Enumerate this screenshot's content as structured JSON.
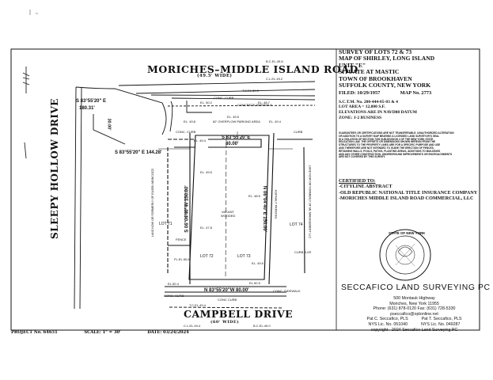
{
  "roads": {
    "north": "MORICHES–MIDDLE ISLAND ROAD",
    "north_width": "(49.5' WIDE)",
    "west": "SLEEPY HOLLOW DRIVE",
    "south": "CAMPBELL DRIVE",
    "south_width": "(60' WIDE)"
  },
  "bearings": {
    "north_lot": "S 83°55'20\"E",
    "north_lot_dist": "80.00'",
    "west_top": "S 83°55'20\" E",
    "west_top_dist": "180.31'",
    "west_mid": "S 83°55'20\" E 144.28'",
    "west_mid_dist": "30.00'",
    "east_side": "N 06°04'40\"E 150.00'",
    "west_side": "S 06°04'40\"W 150.00'",
    "south_lot": "N 83°55'20\"W 80.00'"
  },
  "map_labels": {
    "overflow_parking": "82' OVERFLOW PARKING AREA",
    "asphalt_parking_w": "ASPHALT PARKING",
    "asphalt_parking_e": "ASPHALT PARKING",
    "vacant": "VACANT",
    "wooded": "WOODED",
    "lot71": "LOT 71",
    "lot72": "LOT 72",
    "lot73": "LOT 73",
    "lot74": "LOT 74",
    "conc_sidewalk_n": "CONCRETE SIDEWALK",
    "conc_curb_n": "CONC. CURB",
    "conc_sidewalk_s": "CONC. SIDEWALK",
    "conc_curb_s": "CONC. CURB",
    "curb_s": "CONC CURB",
    "curb_w": "CONC. CURB",
    "curb_e": "CURB",
    "curb_e2": "CURB 3.4'E",
    "now_or_formerly": "LAND NOW OR FORMERLY OF ML MANAGEMENT LLC",
    "now_or_formerly_w": "LAND NOW OR FORMERLY OF EILEEN MONCOZZI",
    "el_tc": "T.C.EL.50.3",
    "el_bc": "B.C.EL.49.8",
    "el_cl": "C.L.EL.49.2",
    "el_99": "EL. 49.5",
    "el_a": "EL. 50.2",
    "el_b": "EL. 48.7",
    "el_c": "EL. 49.5",
    "el_d": "EL. 48.5",
    "el_e": "EL. 47.8",
    "el_f": "EL. 49.8",
    "el_g": "EL. 49.4",
    "el_h": "EL. 49.5",
    "el_lot": "EL. 49.4",
    "el_south": "EL.50.4",
    "el_sw": "EL.50.5",
    "fence": "FENCE",
    "fl_el": "FL.EL.50.6",
    "tc_south": "T.C.EL.49.4",
    "bc_south": "B.C.EL.49.0",
    "cl_south": "C.L.EL.49.4"
  },
  "title_block": [
    "SURVEY OF LOTS 72 & 73",
    "MAP OF SHIRLEY, LONG ISLAND",
    "UNIT \"E\"",
    "SITUATE AT MASTIC",
    "TOWN OF BROOKHAVEN",
    "SUFFOLK COUNTY, NEW YORK"
  ],
  "filed": "FILED: 10/29/1957",
  "map_no": "MAP No. 2773",
  "sct": [
    "S.C.T.M. No. 200-444-05-03 & 4",
    "LOT AREA = 12,000 S.F.",
    "ELEVATIONS ARE IN NAVD88 DATUM",
    "ZONE: J-2 BUSINESS"
  ],
  "notes": [
    "GUARANTEES OR CERTIFICATIONS ARE NOT TRANSFERABLE. UNAUTHORIZED ALTERATION",
    "OR ADDITION TO A SURVEY MAP BEARING A LICENSED LAND SURVEYOR'S SEAL",
    "IS A VIOLATION OF SECTION 7209 SUB-DIVISION 2 OF THE NEW YORK STATE",
    "EDUCATION LAW. THE OFFSETS OR DIMENSIONS SHOWN HEREON FROM THE",
    "STRUCTURES TO THE PROPERTY LINES ARE FOR A SPECIFIC PURPOSE AND USE",
    "AND THEREFORE ARE NOT INTENDED TO GUIDE THE ERECTION OF FENCES,",
    "RETAINING WALLS, POOLS, PATIOS, PLANTING AREAS, ADDITIONS TO BUILDINGS",
    "AND ANY OTHER CONSTRUCTION. UNDERGROUND IMPROVEMENTS OR ENCROACHMENTS",
    "ARE NOT COVERED BY THIS SURVEY."
  ],
  "certified_title": "CERTIFIED TO:",
  "certified": [
    "-CITYLINE ABSTRACT",
    "-OLD REPUBLIC NATIONAL TITLE INSURANCE COMPANY",
    "-MORICHES MIDDLE ISLAND ROAD COMMERCIAL, LLC"
  ],
  "seal_text": "STATE OF NEW YORK",
  "company": {
    "name": "SECCAFICO LAND SURVEYING PC",
    "lines": [
      "500 Montauk Highway",
      "Moriches, New York 11955",
      "Phone: (631) 878-0120    Fax: (631) 728-5330",
      "pseccafico@optonline.net"
    ],
    "p1": "Pat C. Seccafico, PLS",
    "p2": "Pat T. Seccafico, PLS",
    "l1": "NYS Lic. No. 051040",
    "l2": "NYS Lic. No. 049287",
    "copyright": "copyright  - 2024 Seccafico Land Surveying PC"
  },
  "project": "PROJECT No. 64651",
  "scale": "SCALE: 1\" = 30'",
  "date": "DATE: 03/24/2024"
}
